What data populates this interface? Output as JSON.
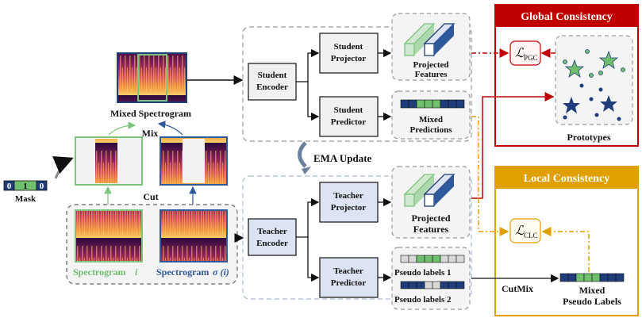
{
  "diagram": {
    "mask_label": "Mask",
    "mask_bits": [
      "0",
      "1",
      "0"
    ],
    "mixed_spectrogram_label": "Mixed  Spectrogram",
    "mix_label": "Mix",
    "cut_label": "Cut",
    "spectrogram_i_label": "Spectrogram",
    "spectrogram_i_var": "i",
    "spectrogram_sigma_label": "Spectrogram",
    "spectrogram_sigma_var": "σ (i)",
    "student_encoder": [
      "Student",
      "Encoder"
    ],
    "student_projector": [
      "Student",
      "Projector"
    ],
    "student_predictor": [
      "Student",
      "Predictor"
    ],
    "teacher_encoder": [
      "Teacher",
      "Encoder"
    ],
    "teacher_projector": [
      "Teacher",
      "Projector"
    ],
    "teacher_predictor": [
      "Teacher",
      "Predictor"
    ],
    "ema_update": "EMA Update",
    "projected_features_top": [
      "Projected",
      "Features"
    ],
    "mixed_predictions": [
      "Mixed",
      "Predictions"
    ],
    "projected_features_bottom": [
      "Projected",
      "Features"
    ],
    "pseudo_labels_1": "Pseudo labels 1",
    "pseudo_labels_2": "Pseudo labels 2",
    "cutmix": "CutMix",
    "mixed_pseudo_labels": [
      "Mixed",
      "Pseudo Labels"
    ],
    "global_consistency": "Global Consistency",
    "local_consistency": "Local Consistency",
    "loss_pgc_main": "ℒ",
    "loss_pgc_sub": "PGC",
    "loss_clc_main": "ℒ",
    "loss_clc_sub": "CLC",
    "prototypes": "Prototypes"
  },
  "colors": {
    "global_red": "#c00000",
    "local_gold": "#e0a000",
    "student_box": "#f0f0f0",
    "teacher_box": "#dce3f2",
    "navy": "#1f3d7a",
    "green": "#6fbf6f",
    "spectro_green_frame": "#7dc47d",
    "spectro_blue_frame": "#2e5a9c"
  }
}
